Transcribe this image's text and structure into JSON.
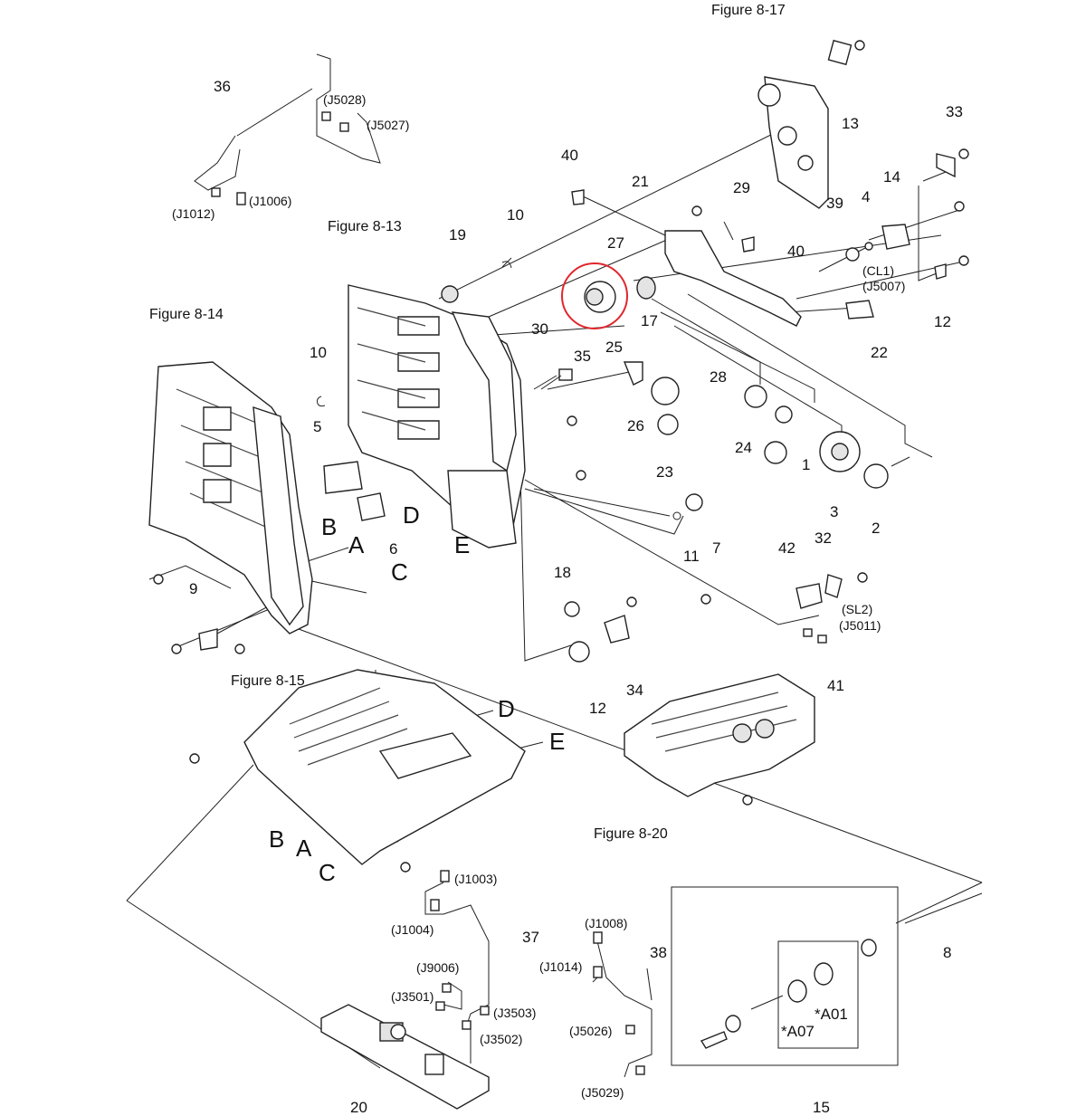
{
  "callouts": [
    "1",
    "2",
    "3",
    "4",
    "5",
    "6",
    "7",
    "8",
    "9",
    "10",
    "10",
    "11",
    "12",
    "12",
    "13",
    "14",
    "15",
    "17",
    "18",
    "19",
    "20",
    "21",
    "22",
    "23",
    "24",
    "25",
    "26",
    "27",
    "28",
    "29",
    "30",
    "32",
    "33",
    "34",
    "35",
    "36",
    "37",
    "38",
    "39",
    "40",
    "40",
    "41",
    "42"
  ],
  "figure_refs": [
    "Figure 8-17",
    "Figure 8-13",
    "Figure 8-14",
    "Figure 8-15",
    "Figure 8-20"
  ],
  "connectors": [
    "(J5028)",
    "(J5027)",
    "(J1012)",
    "(J1006)",
    "(CL1)",
    "(J5007)",
    "(SL2)",
    "(J5011)",
    "(J1003)",
    "(J1004)",
    "(J9006)",
    "(J3501)",
    "(J3503)",
    "(J3502)",
    "(J1008)",
    "(J1014)",
    "(J5026)",
    "(J5029)"
  ],
  "letters": [
    "A",
    "B",
    "C",
    "D",
    "E",
    "A",
    "B",
    "C",
    "D",
    "E"
  ],
  "subassembly_labels": [
    "*A01",
    "*A07"
  ],
  "highlight_color": "#e0272d"
}
